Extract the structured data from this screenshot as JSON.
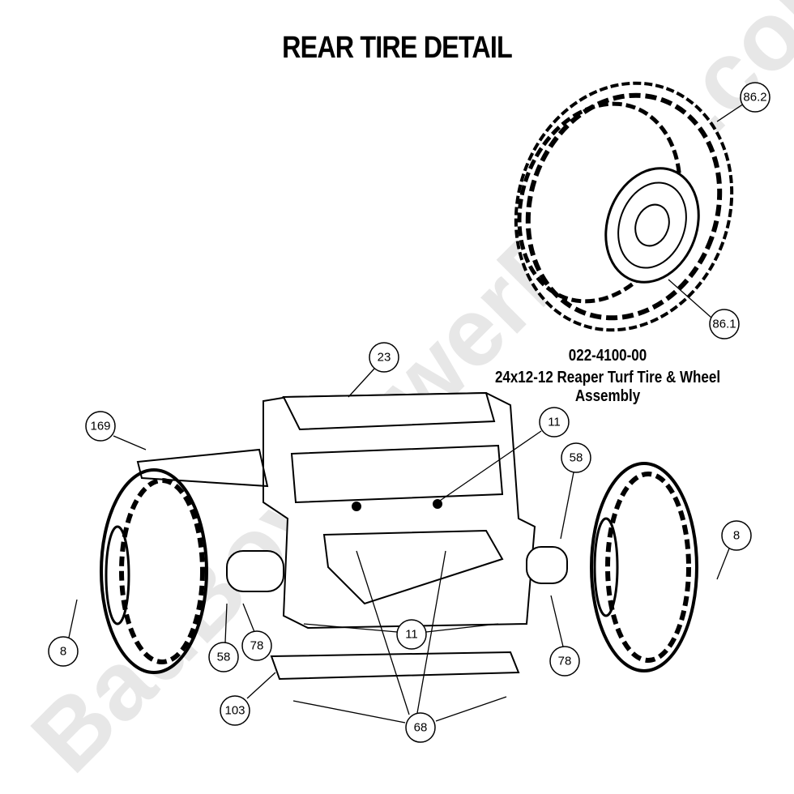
{
  "title": "REAR TIRE DETAIL",
  "assembly": {
    "part_number": "022-4100-00",
    "description": "24x12-12 Reaper Turf Tire & Wheel Assembly"
  },
  "watermark": "BadBoyPowerParts.com",
  "callouts": [
    {
      "label": "86.2"
    },
    {
      "label": "86.1"
    },
    {
      "label": "23"
    },
    {
      "label": "169"
    },
    {
      "label": "11"
    },
    {
      "label": "58"
    },
    {
      "label": "8"
    },
    {
      "label": "8"
    },
    {
      "label": "58"
    },
    {
      "label": "78"
    },
    {
      "label": "11"
    },
    {
      "label": "78"
    },
    {
      "label": "103"
    },
    {
      "label": "68"
    }
  ]
}
